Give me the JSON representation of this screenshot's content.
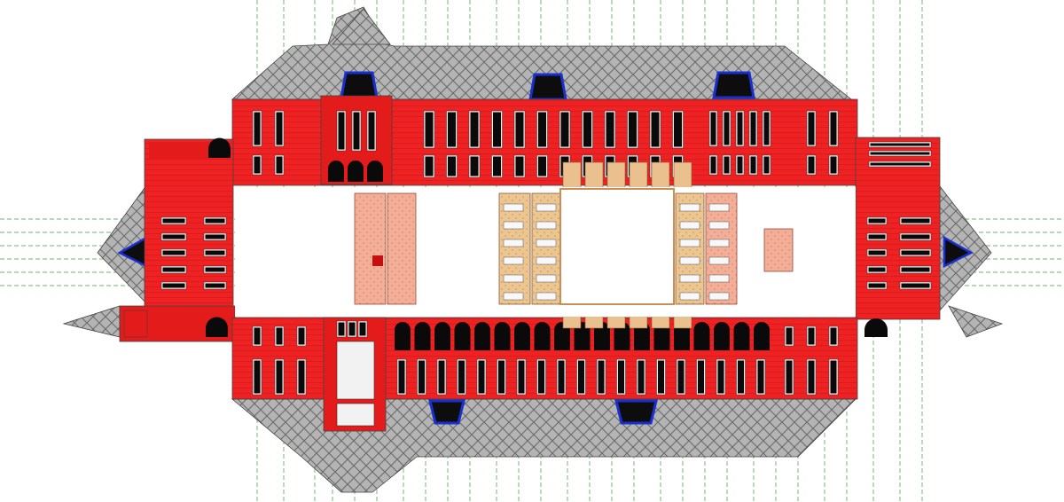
{
  "drawing": {
    "type": "architectural unfolded elevation / plan drawing",
    "text_labels": []
  },
  "colors": {
    "facade_red": "#ee2222",
    "facade_red_dark": "#c41010",
    "roof_gray": "#a8a8a8",
    "roof_pattern": "#6e6e6e",
    "dormer_blue": "#1a2fd0",
    "window_black": "#0a0a0a",
    "window_frame": "#f4f4f4",
    "courtyard_white": "#ffffff",
    "interior_salmon": "#f0a48c",
    "interior_tan": "#e9c08e",
    "guide_green": "#3c9a3c",
    "outline": "#333333"
  },
  "elements": {
    "top_roof": "roof-top",
    "bottom_roof": "roof-bottom",
    "left_roof": "roof-left",
    "right_roof": "roof-right",
    "courtyard": "inner-courtyard"
  }
}
